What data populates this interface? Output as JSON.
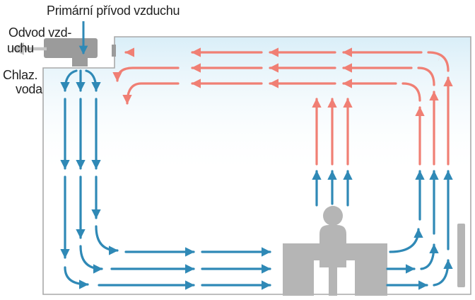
{
  "labels": {
    "primary_air_supply": "Primární přívod vzduchu",
    "exhaust_air_line1": "Odvod vzd-",
    "exhaust_air_line2": "uchu",
    "chilled_water_line1": "Chlaz.",
    "chilled_water_line2": "voda"
  },
  "colors": {
    "cool_air": "#2f89b6",
    "warm_air": "#f07f74",
    "room_outline": "#a9a9a9",
    "ceiling_gradient_top": "#d9eef8",
    "furniture": "#b5b5b5",
    "person": "#b5b5b5",
    "duct": "#9b9b9b",
    "exhaust_arrow": "#c4c4c4"
  },
  "icons": {
    "person": "person-icon",
    "desk": "desk-icon",
    "radiator": "radiator-icon",
    "chilled_beam": "chilled-beam-icon"
  }
}
